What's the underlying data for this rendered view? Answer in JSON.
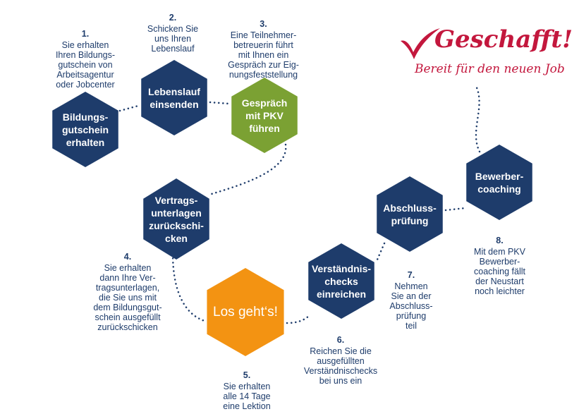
{
  "steps": [
    {
      "id": 1,
      "hex_label": "Bildungs-\ngutschein\nerhalten",
      "number": "1.",
      "description": "Sie erhalten\nIhren Bildungs-\ngutschein von\nArbeitsagentur\noder Jobcenter"
    },
    {
      "id": 2,
      "hex_label": "Lebenslauf\neinsenden",
      "number": "2.",
      "description": "Schicken Sie\nuns Ihren\nLebenslauf"
    },
    {
      "id": 3,
      "hex_label": "Gespräch\nmit PKV\nführen",
      "number": "3.",
      "description": "Eine Teilnehmer-\nbetreuerin führt\nmit Ihnen ein\nGespräch zur Eig-\nnungsfeststellung"
    },
    {
      "id": 4,
      "hex_label": "Vertrags-\nunterlagen\nzurückschi-\ncken",
      "number": "4.",
      "description": "Sie erhalten\ndann Ihre Ver-\ntragsunterlagen,\ndie Sie uns mit\ndem Bildungsgut-\nschein ausgefüllt\nzurückschicken"
    },
    {
      "id": 5,
      "hex_label": "Los geht‘s!",
      "number": "5.",
      "description": "Sie erhalten\nalle 14 Tage\neine Lektion"
    },
    {
      "id": 6,
      "hex_label": "Verständnis-\nchecks\neinreichen",
      "number": "6.",
      "description": "Reichen Sie die\nausgefüllten\nVerständnischecks\nbei uns ein"
    },
    {
      "id": 7,
      "hex_label": "Abschluss-\nprüfung",
      "number": "7.",
      "description": "Nehmen\nSie an der\nAbschluss-\nprüfung\nteil"
    },
    {
      "id": 8,
      "hex_label": "Bewerber-\ncoaching",
      "number": "8.",
      "description": "Mit dem PKV\nBewerber-\ncoaching fällt\nder Neustart\nnoch leichter"
    }
  ],
  "logo": {
    "title": "Geschafft!",
    "subtitle": "Bereit für den neuen Job"
  },
  "colors": {
    "navy": "#1e3c6b",
    "green": "#7ba133",
    "orange": "#f39312",
    "red": "#c3173d"
  }
}
